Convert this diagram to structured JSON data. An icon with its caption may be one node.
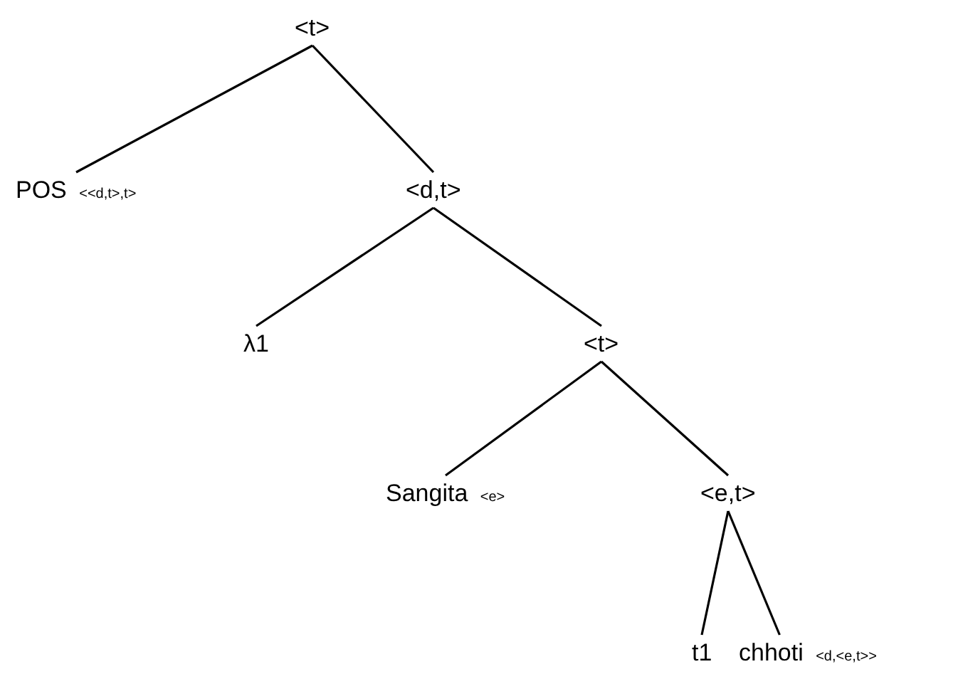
{
  "diagram": {
    "nodes": [
      {
        "text": [
          "<t>"
        ]
      },
      {
        "text": [
          "POS $_{<<d,t>,t>}$"
        ]
      },
      {
        "text": [
          "<d,t>"
        ]
      },
      {
        "text": [
          "λ1"
        ]
      },
      {
        "text": [
          "<t>"
        ]
      },
      {
        "text": [
          "Sangita $_{<e>}$"
        ]
      },
      {
        "text": [
          "<e,t>"
        ]
      },
      {
        "text": [
          "t1"
        ]
      },
      {
        "text": [
          "chhoti $_{<d,<e,t>>}$"
        ]
      }
    ],
    "edges": [
      {
        "from": 0,
        "to": 1,
        "arrow": "none"
      },
      {
        "from": 0,
        "to": 2,
        "arrow": "none"
      },
      {
        "from": 2,
        "to": 3,
        "arrow": "none"
      },
      {
        "from": 2,
        "to": 4,
        "arrow": "none"
      },
      {
        "from": 4,
        "to": 5,
        "arrow": "none"
      },
      {
        "from": 4,
        "to": 6,
        "arrow": "none"
      },
      {
        "from": 6,
        "to": 7,
        "arrow": "none"
      },
      {
        "from": 6,
        "to": 8,
        "arrow": "none"
      }
    ]
  }
}
